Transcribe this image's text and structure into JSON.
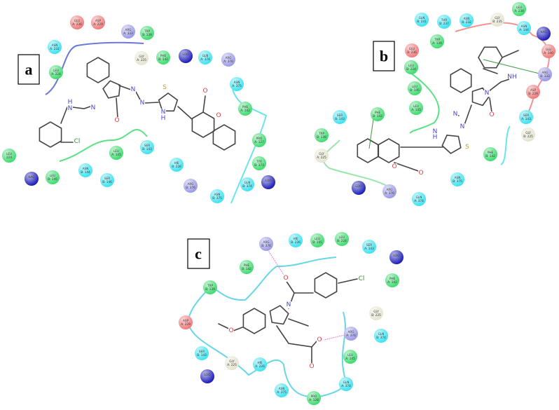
{
  "colors": {
    "hydrophobic": "#3fdc70",
    "polar": "#3fe3f0",
    "negative": "#f07b7b",
    "positive": "#9c9be6",
    "glycine": "#e6e4d0",
    "other": "#1d1db8",
    "nitrogen": "#4848c8",
    "oxygen": "#e04040",
    "sulfur": "#b8a030",
    "chlorine": "#3a8a3a"
  },
  "panels": [
    {
      "label": "a",
      "atoms": [
        "N",
        "O",
        "N",
        "N",
        "S",
        "N",
        "H",
        "O",
        "O",
        "Cl",
        "H",
        "N"
      ],
      "residues": [
        [
          "GLU",
          "A: 236",
          "negative"
        ],
        [
          "ASP",
          "A: 229",
          "negative"
        ],
        [
          "ARG",
          "A: 333",
          "positive"
        ],
        [
          "TRP",
          "B: 139",
          "hydrophobic"
        ],
        [
          "ASN",
          "A: 232",
          "polar"
        ],
        [
          "GLY",
          "A: 225",
          "glycine"
        ],
        [
          "PHE",
          "B: 142",
          "hydrophobic"
        ],
        [
          "EDO",
          "",
          "other"
        ],
        [
          "GLN",
          "A: 374",
          "polar"
        ],
        [
          "ARG",
          "A: 376",
          "positive"
        ],
        [
          "LEU",
          "A: 224",
          "hydrophobic"
        ],
        [
          "ASN",
          "A: 375",
          "polar"
        ],
        [
          "PHE",
          "A: 142",
          "hydrophobic"
        ],
        [
          "PRO",
          "A: 127",
          "hydrophobic"
        ],
        [
          "TYR",
          "B: 373",
          "hydrophobic"
        ],
        [
          "GLN",
          "B: 374",
          "polar"
        ],
        [
          "EDO",
          "",
          "other"
        ],
        [
          "ASN",
          "B: 375",
          "polar"
        ],
        [
          "ARG",
          "B: 376",
          "positive"
        ],
        [
          "HIE",
          "B: 226",
          "polar"
        ],
        [
          "SER",
          "B: 143",
          "polar"
        ],
        [
          "LEU",
          "A: 145",
          "hydrophobic"
        ],
        [
          "ASN",
          "B: 144",
          "polar"
        ],
        [
          "SER",
          "B: 146",
          "polar"
        ],
        [
          "LEU",
          "B: 145",
          "hydrophobic"
        ],
        [
          "NAG",
          "",
          "other"
        ],
        [
          "LEU",
          "224",
          "hydrophobic"
        ]
      ]
    },
    {
      "label": "b",
      "atoms": [
        "O",
        "O",
        "N",
        "H",
        "S",
        "N",
        "N",
        "N",
        "O",
        "NH"
      ],
      "residues": [
        [
          "LEU",
          "A: 238",
          "hydrophobic"
        ],
        [
          "GLN",
          "B: 241",
          "polar"
        ],
        [
          "THR",
          "B: 237",
          "polar"
        ],
        [
          "ASN",
          "B: 232",
          "polar"
        ],
        [
          "GLY",
          "B: 235",
          "glycine"
        ],
        [
          "ASN",
          "A: 144",
          "polar"
        ],
        [
          "NAG",
          "",
          "other"
        ],
        [
          "TRP",
          "A: 139",
          "hydrophobic"
        ],
        [
          "GLU",
          "B: 236",
          "negative"
        ],
        [
          "GLU",
          "A: 140",
          "negative"
        ],
        [
          "LEU",
          "B: 224",
          "hydrophobic"
        ],
        [
          "ARG",
          "B: 333",
          "positive"
        ],
        [
          "LEU",
          "B: 145",
          "hydrophobic"
        ],
        [
          "ASP",
          "B: 229",
          "negative"
        ],
        [
          "LEU",
          "A: 145",
          "hydrophobic"
        ],
        [
          "SER",
          "B: 143",
          "polar"
        ],
        [
          "PHE",
          "B: 142",
          "hydrophobic"
        ],
        [
          "SER",
          "A: 143",
          "polar"
        ],
        [
          "TRP",
          "B: 139",
          "hydrophobic"
        ],
        [
          "GLY",
          "B: 225",
          "glycine"
        ],
        [
          "GLY",
          "A: 225",
          "glycine"
        ],
        [
          "PHE",
          "B: 142",
          "hydrophobic"
        ],
        [
          "ASN",
          "B: 375",
          "polar"
        ],
        [
          "EDO",
          "",
          "other"
        ],
        [
          "ARG",
          "A: 376",
          "positive"
        ],
        [
          "GLN",
          "A: 374",
          "polar"
        ]
      ]
    },
    {
      "label": "c",
      "atoms": [
        "N",
        "O",
        "Cl",
        "O",
        "O",
        "O"
      ],
      "residues": [
        [
          "ARG",
          "B: 376",
          "positive"
        ],
        [
          "HIE",
          "B: 226",
          "polar"
        ],
        [
          "LEU",
          "B: 145",
          "hydrophobic"
        ],
        [
          "LEU",
          "B: 224",
          "hydrophobic"
        ],
        [
          "SER",
          "A: 143",
          "polar"
        ],
        [
          "EDO",
          "",
          "other"
        ],
        [
          "PHE",
          "B: 142",
          "hydrophobic"
        ],
        [
          "PHE",
          "A: 142",
          "hydrophobic"
        ],
        [
          "TRP",
          "B: 139",
          "hydrophobic"
        ],
        [
          "GLY",
          "B: 225",
          "glycine"
        ],
        [
          "ASP",
          "A: 229",
          "negative"
        ],
        [
          "ARG",
          "A: 376",
          "positive"
        ],
        [
          "GLN",
          "B: 374",
          "polar"
        ],
        [
          "LEU",
          "A: 145",
          "hydrophobic"
        ],
        [
          "SER",
          "B: 143",
          "polar"
        ],
        [
          "GLY",
          "A: 225",
          "glycine"
        ],
        [
          "HIE",
          "A: 226",
          "polar"
        ],
        [
          "EDO",
          "",
          "other"
        ],
        [
          "ASN",
          "A: 375",
          "polar"
        ],
        [
          "GLN",
          "A: 374",
          "polar"
        ],
        [
          "PRO",
          "A: 128",
          "hydrophobic"
        ]
      ]
    }
  ]
}
